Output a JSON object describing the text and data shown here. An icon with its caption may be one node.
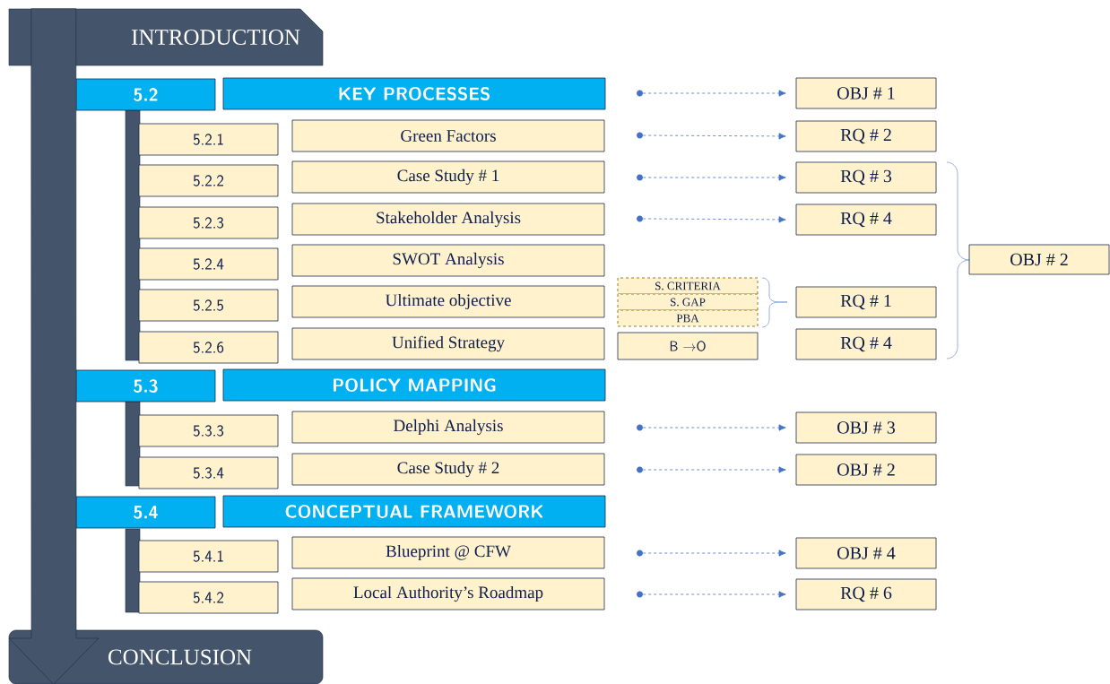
{
  "diagram": {
    "nodes": [
      {
        "text": [
          "INTRODUCTION"
        ]
      },
      {
        "text": [
          "5.2"
        ]
      },
      {
        "text": [
          "KEY PROCESSES"
        ]
      },
      {
        "text": [
          "OBJ # 1"
        ]
      },
      {
        "text": [
          "5.2.1"
        ]
      },
      {
        "text": [
          "Green Factors"
        ]
      },
      {
        "text": [
          "RQ # 2"
        ]
      },
      {
        "text": [
          "5.2.2"
        ]
      },
      {
        "text": [
          "Case Study # 1"
        ]
      },
      {
        "text": [
          "RQ # 3"
        ]
      },
      {
        "text": [
          "5.2.3"
        ]
      },
      {
        "text": [
          "Stakeholder Analysis"
        ]
      },
      {
        "text": [
          "RQ # 4"
        ]
      },
      {
        "text": [
          "OBJ # 2"
        ]
      },
      {
        "text": [
          "5.2.4"
        ]
      },
      {
        "text": [
          "SWOT Analysis"
        ]
      },
      {
        "text": [
          "S. CRITERIA"
        ]
      },
      {
        "text": [
          "5.2.5"
        ]
      },
      {
        "text": [
          "Ultimate objective"
        ]
      },
      {
        "text": [
          "S. GAP"
        ]
      },
      {
        "text": [
          "RQ # 1"
        ]
      },
      {
        "text": [
          "PBA"
        ]
      },
      {
        "text": [
          "5.2.6"
        ]
      },
      {
        "text": [
          "Unified Strategy"
        ]
      },
      {
        "text": [
          "B →O"
        ]
      },
      {
        "text": [
          "RQ # 4"
        ]
      },
      {
        "text": [
          "5.3"
        ]
      },
      {
        "text": [
          "POLICY MAPPING"
        ]
      },
      {
        "text": [
          "5.3.3"
        ]
      },
      {
        "text": [
          "Delphi Analysis"
        ]
      },
      {
        "text": [
          "OBJ # 3"
        ]
      },
      {
        "text": [
          "5.3.4"
        ]
      },
      {
        "text": [
          "Case Study # 2"
        ]
      },
      {
        "text": [
          "OBJ # 2"
        ]
      },
      {
        "text": [
          "5.4"
        ]
      },
      {
        "text": [
          "CONCEPTUAL FRAMEWORK"
        ]
      },
      {
        "text": [
          "5.4.1"
        ]
      },
      {
        "text": [
          "Blueprint @ CFW"
        ]
      },
      {
        "text": [
          "OBJ # 4"
        ]
      },
      {
        "text": [
          "5.4.2"
        ]
      },
      {
        "text": [
          "Local Authority’s Roadmap"
        ]
      },
      {
        "text": [
          "RQ # 6"
        ]
      },
      {
        "text": [
          "CONCLUSION"
        ]
      },
      {
        "text": [],
        "shape": "bar"
      },
      {
        "text": [],
        "shape": "bar"
      },
      {
        "text": [],
        "shape": "bar"
      },
      {
        "text": [],
        "shape": "circle"
      },
      {
        "text": [],
        "shape": "circle"
      },
      {
        "text": [],
        "shape": "circle"
      },
      {
        "text": [],
        "shape": "circle"
      },
      {
        "text": [],
        "shape": "circle"
      },
      {
        "text": [],
        "shape": "circle"
      },
      {
        "text": [],
        "shape": "circle"
      },
      {
        "text": [],
        "shape": "circle"
      }
    ],
    "edges": [
      {
        "from": 0,
        "to": 42,
        "arrow": "to",
        "style": "thick",
        "color": "#44546a"
      },
      {
        "from": 46,
        "to": 3,
        "arrow": "to",
        "style": "dashed"
      },
      {
        "from": 47,
        "to": 6,
        "arrow": "to",
        "style": "dashed"
      },
      {
        "from": 48,
        "to": 9,
        "arrow": "to",
        "style": "dashed"
      },
      {
        "from": 49,
        "to": 12,
        "arrow": "to",
        "style": "dashed"
      },
      {
        "from": 50,
        "to": 30,
        "arrow": "to",
        "style": "dashed"
      },
      {
        "from": 51,
        "to": 33,
        "arrow": "to",
        "style": "dashed"
      },
      {
        "from": 52,
        "to": 38,
        "arrow": "to",
        "style": "dashed"
      },
      {
        "from": 53,
        "to": 41,
        "arrow": "to",
        "style": "dashed"
      }
    ]
  }
}
